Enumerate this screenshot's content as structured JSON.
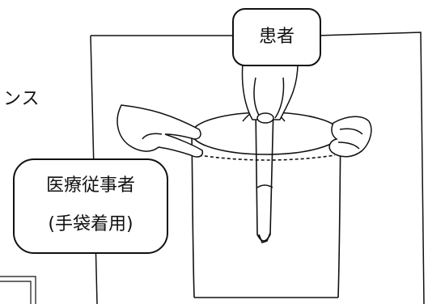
{
  "title_fragment": "ンス",
  "labels": {
    "patient": "患者",
    "healthcare_worker": "医療従事者",
    "gloves_note": "(手袋着用)"
  },
  "colors": {
    "ink": "#111111",
    "background": "#ffffff"
  }
}
